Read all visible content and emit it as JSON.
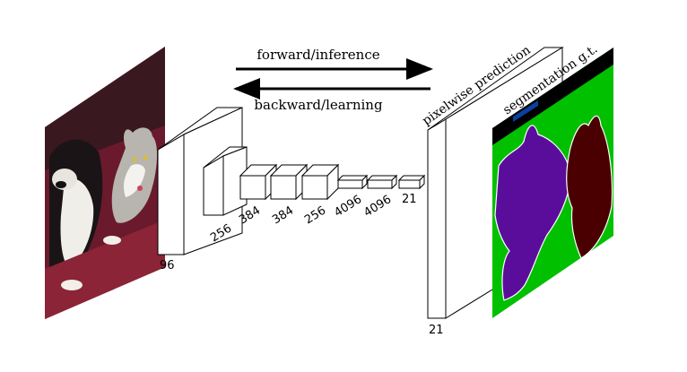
{
  "arrows": {
    "forward_label": "forward/inference",
    "backward_label": "backward/learning"
  },
  "layers": [
    "96",
    "256",
    "384",
    "384",
    "256",
    "4096",
    "4096",
    "21"
  ],
  "output": {
    "prediction_label": "pixelwise prediction",
    "prediction_channels": "21",
    "gt_label": "segmentation g.t."
  },
  "colors": {
    "gt_background": "#00c000",
    "gt_dog": "#5a0d9a",
    "gt_cat": "#4a0000",
    "gt_border_label": "#0b3fa0",
    "photo_background": "#6a1a2c"
  }
}
